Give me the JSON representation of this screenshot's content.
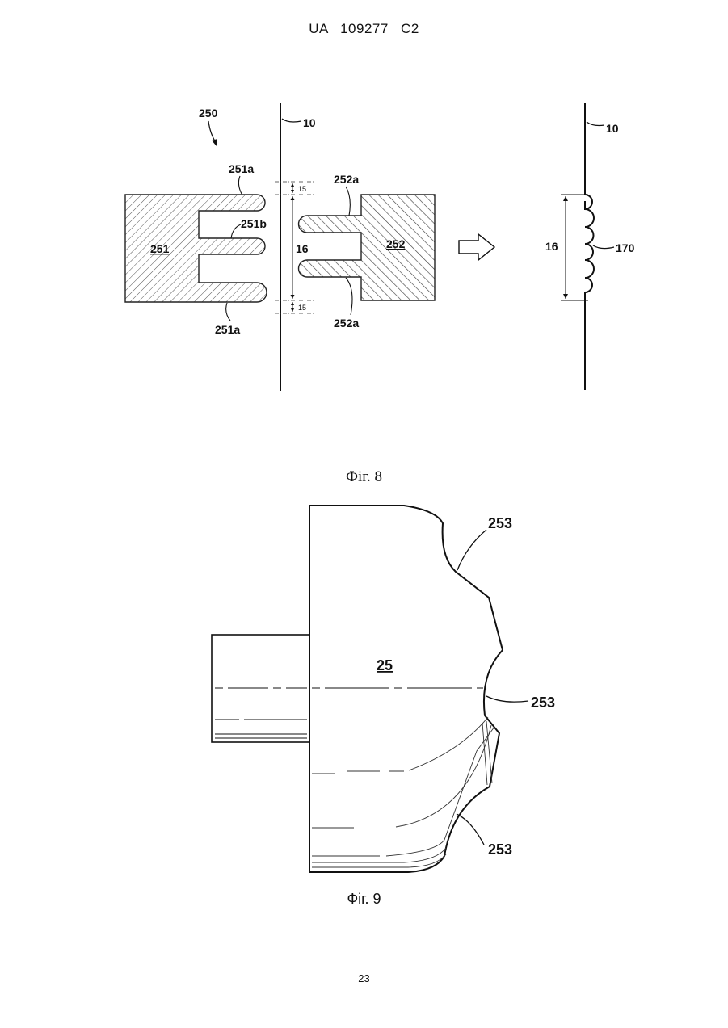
{
  "header": "UA 109277 C2",
  "fig8": {
    "caption": "Фіг. 8",
    "labels": {
      "ref250": "250",
      "ref10_left": "10",
      "ref10_right": "10",
      "ref251a_top": "251a",
      "ref251a_bottom": "251a",
      "ref251b": "251b",
      "ref251": "251",
      "ref252a_top": "252a",
      "ref252a_bottom": "252a",
      "ref252": "252",
      "dim16_left": "16",
      "dim15_top": "15",
      "dim15_bottom": "15",
      "dim16_right": "16",
      "ref170": "170"
    }
  },
  "fig9": {
    "caption": "Фіг. 9",
    "labels": {
      "ref25": "25",
      "ref253_top": "253",
      "ref253_middle": "253",
      "ref253_bottom": "253"
    }
  },
  "page_number": "23"
}
